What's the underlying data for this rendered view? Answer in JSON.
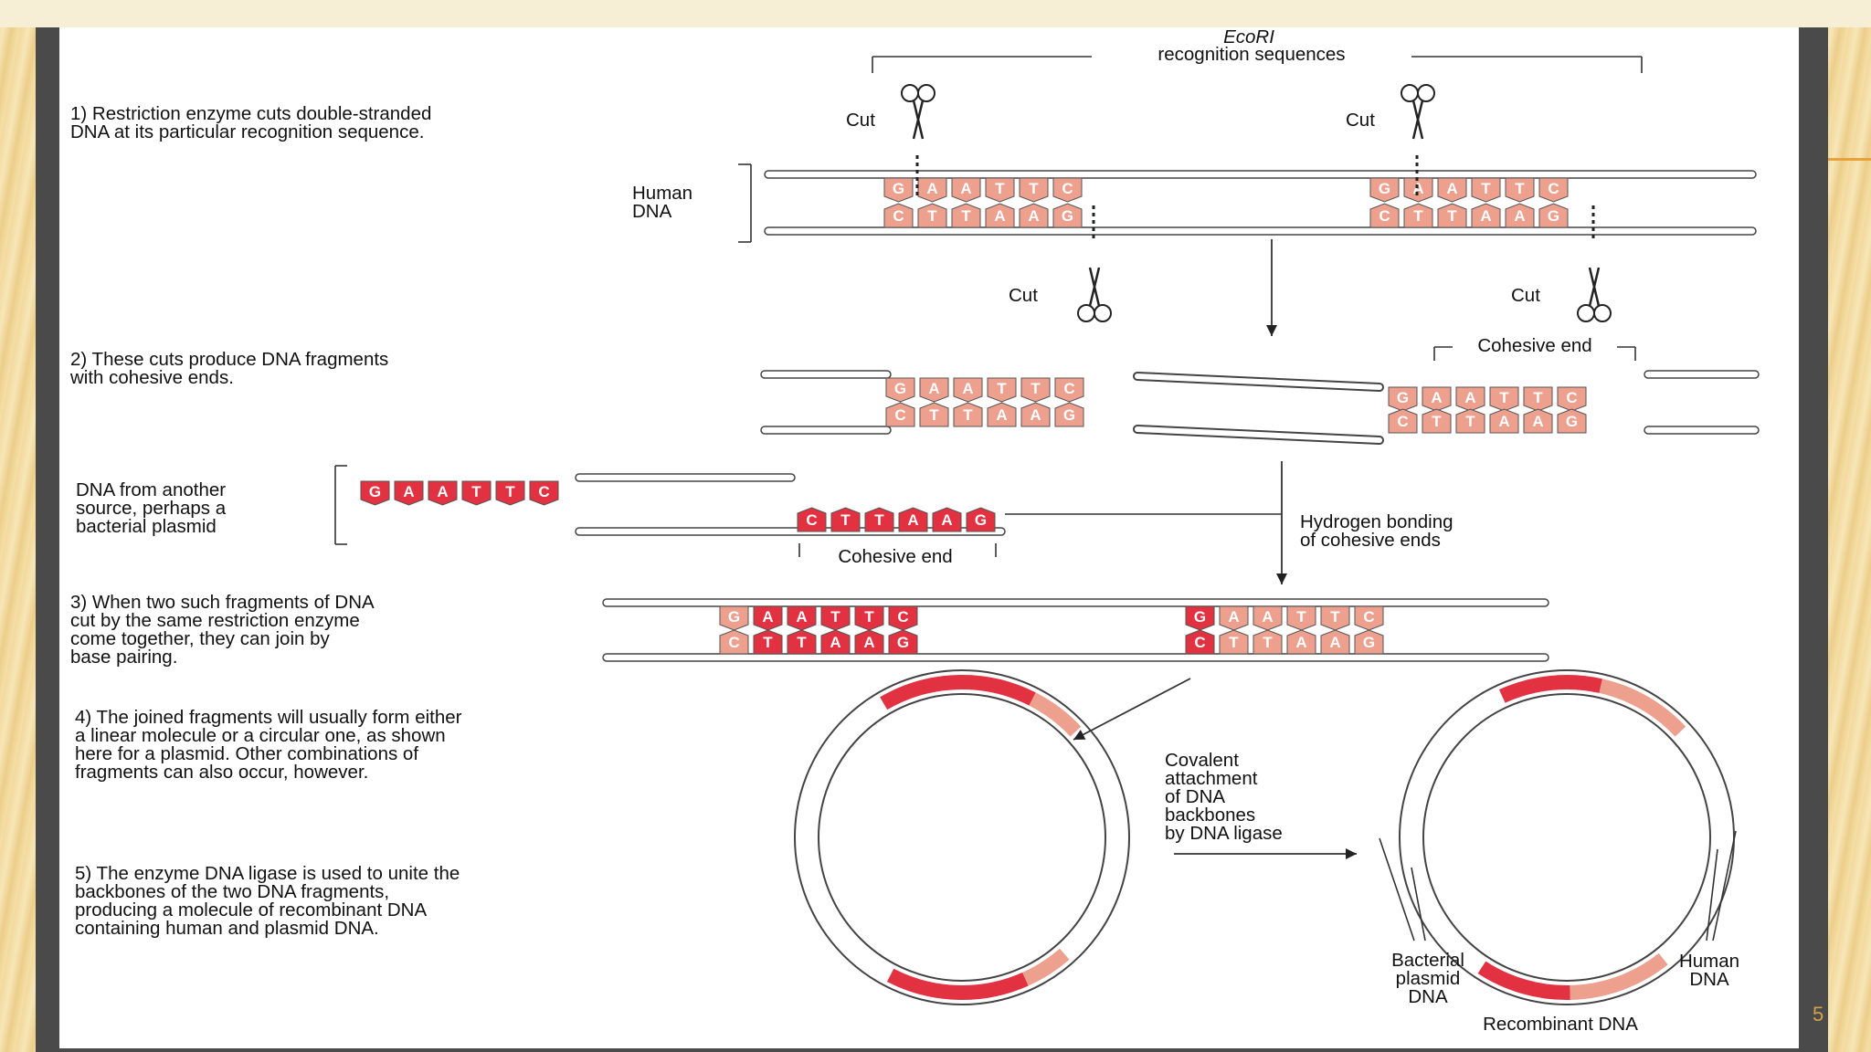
{
  "ecori": "EcoRI",
  "recognition_sequences": "recognition sequences",
  "cut": "Cut",
  "human_dna": [
    "Human",
    "DNA"
  ],
  "step1": [
    "1) Restriction enzyme cuts double-stranded",
    "DNA at its particular recognition sequence."
  ],
  "step2": [
    "2) These cuts produce DNA fragments",
    "with cohesive ends."
  ],
  "step3": [
    "3) When two such fragments of DNA",
    "cut by the same restriction enzyme",
    "come together, they can join by",
    "base pairing."
  ],
  "step4": [
    "4) The joined fragments will usually form either",
    "a linear molecule or a circular one, as shown",
    "here for a plasmid. Other combinations of",
    "fragments can also occur, however."
  ],
  "step5": [
    "5) The enzyme DNA ligase is used to unite the",
    "backbones of the two DNA fragments,",
    "producing a molecule of recombinant DNA",
    "containing human and plasmid DNA."
  ],
  "plasmid_source": [
    "DNA from another",
    "source, perhaps a",
    "bacterial plasmid"
  ],
  "cohesive_end": "Cohesive end",
  "hydrogen_bonding": [
    "Hydrogen bonding",
    "of cohesive ends"
  ],
  "covalent": [
    "Covalent",
    "attachment",
    "of DNA",
    "backbones",
    "by DNA ligase"
  ],
  "bacterial_plasmid_dna": [
    "Bacterial",
    "plasmid",
    "DNA"
  ],
  "human_dna_label": [
    "Human",
    "DNA"
  ],
  "recombinant_dna": "Recombinant DNA",
  "page_number": "5",
  "sequence_top": [
    "G",
    "A",
    "A",
    "T",
    "T",
    "C"
  ],
  "sequence_bottom": [
    "C",
    "T",
    "T",
    "A",
    "A",
    "G"
  ],
  "colors": {
    "human": "#eda08e",
    "plasmid": "#e23140",
    "accent": "#e8a23c"
  }
}
